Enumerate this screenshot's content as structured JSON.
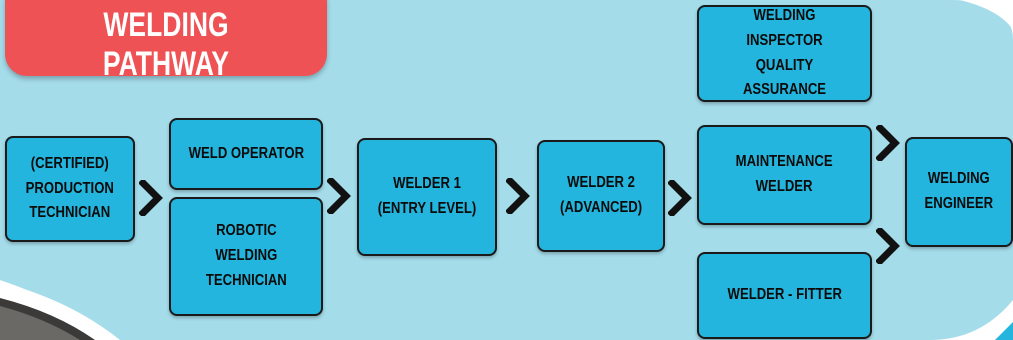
{
  "title": "WELDING PATHWAY",
  "colors": {
    "background_light": "#a4dcea",
    "title_badge": "#ee5254",
    "box_fill": "#23b5dd",
    "box_border": "#1a1a1a",
    "chevron": "#111111",
    "text": "#0b0b0b"
  },
  "nodes": {
    "production_technician": "(CERTIFIED)\nPRODUCTION\nTECHNICIAN",
    "weld_operator": "WELD OPERATOR",
    "robotic_welding_technician": "ROBOTIC\nWELDING\nTECHNICIAN",
    "welder_1": "WELDER 1\n(ENTRY LEVEL)",
    "welder_2": "WELDER 2\n(ADVANCED)",
    "welding_inspector": "WELDING INSPECTOR\nQUALITY ASSURANCE",
    "maintenance_welder": "MAINTENANCE\nWELDER",
    "welder_fitter": "WELDER - FITTER",
    "welding_engineer": "WELDING\nENGINEER"
  },
  "connector_icon": "chevron-right-icon"
}
